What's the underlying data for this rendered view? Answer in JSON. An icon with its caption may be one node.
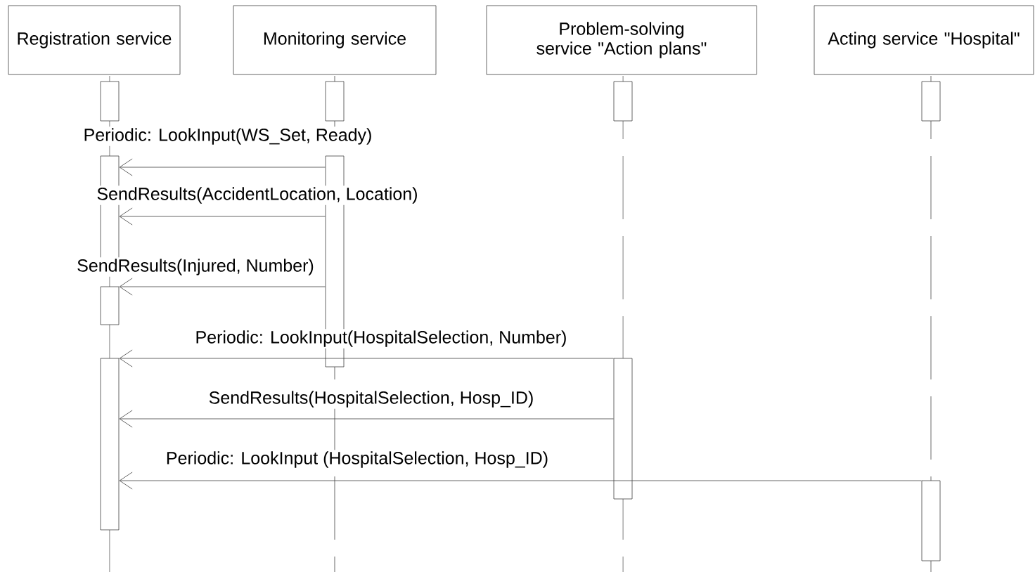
{
  "diagram": {
    "nodes": [
      {
        "text": [
          "Registration service"
        ]
      },
      {
        "text": [
          "Monitoring service"
        ]
      },
      {
        "text": [
          "Problem-solving service \"Action plans\""
        ]
      },
      {
        "text": [
          "Acting service \"Hospital\""
        ]
      },
      {
        "text": [],
        "shape": "bar"
      },
      {
        "text": [],
        "shape": "bar"
      },
      {
        "text": [],
        "shape": "bar"
      },
      {
        "text": [],
        "shape": "bar"
      },
      {
        "text": [],
        "shape": "bar"
      },
      {
        "text": [],
        "shape": "bar"
      },
      {
        "text": [],
        "shape": "bar"
      },
      {
        "text": [],
        "shape": "bar"
      },
      {
        "text": [],
        "shape": "bar"
      },
      {
        "text": [],
        "shape": "bar"
      }
    ],
    "edges": [
      {
        "from": 9,
        "to": 8,
        "arrow": "to",
        "label": "Periodic: LookInput(WS_Set, Ready)"
      },
      {
        "from": 9,
        "to": 8,
        "arrow": "to",
        "label": "SendResults(AccidentLocation, Location)"
      },
      {
        "from": 9,
        "to": 10,
        "arrow": "to",
        "label": "SendResults(Injured, Number)"
      },
      {
        "from": 12,
        "to": 11,
        "arrow": "to",
        "label": "Periodic: LookInput(HospitalSelection, Number)"
      },
      {
        "from": 12,
        "to": 11,
        "arrow": "to",
        "label": "SendResults(HospitalSelection, Hosp_ID)"
      },
      {
        "from": 13,
        "to": 11,
        "arrow": "to",
        "label": "Periodic: LookInput (HospitalSelection, Hosp_ID)"
      }
    ]
  }
}
